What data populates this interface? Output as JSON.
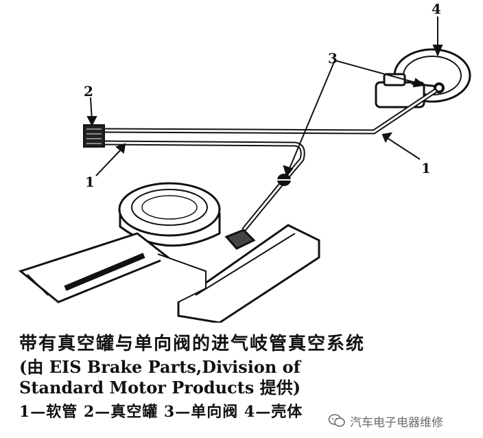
{
  "diagram": {
    "callouts": [
      "4",
      "3",
      "2",
      "1",
      "1"
    ]
  },
  "caption": {
    "title": "带有真空罐与单向阀的进气岐管真空系统",
    "source_line1": "(由 EIS Brake Parts,Division of",
    "source_line2": "Standard Motor Products 提供)",
    "legend": "1—软管  2—真空罐  3—单向阀  4—壳体"
  },
  "watermark": {
    "text": "汽车电子电器维修",
    "icon": "wechat-icon"
  }
}
